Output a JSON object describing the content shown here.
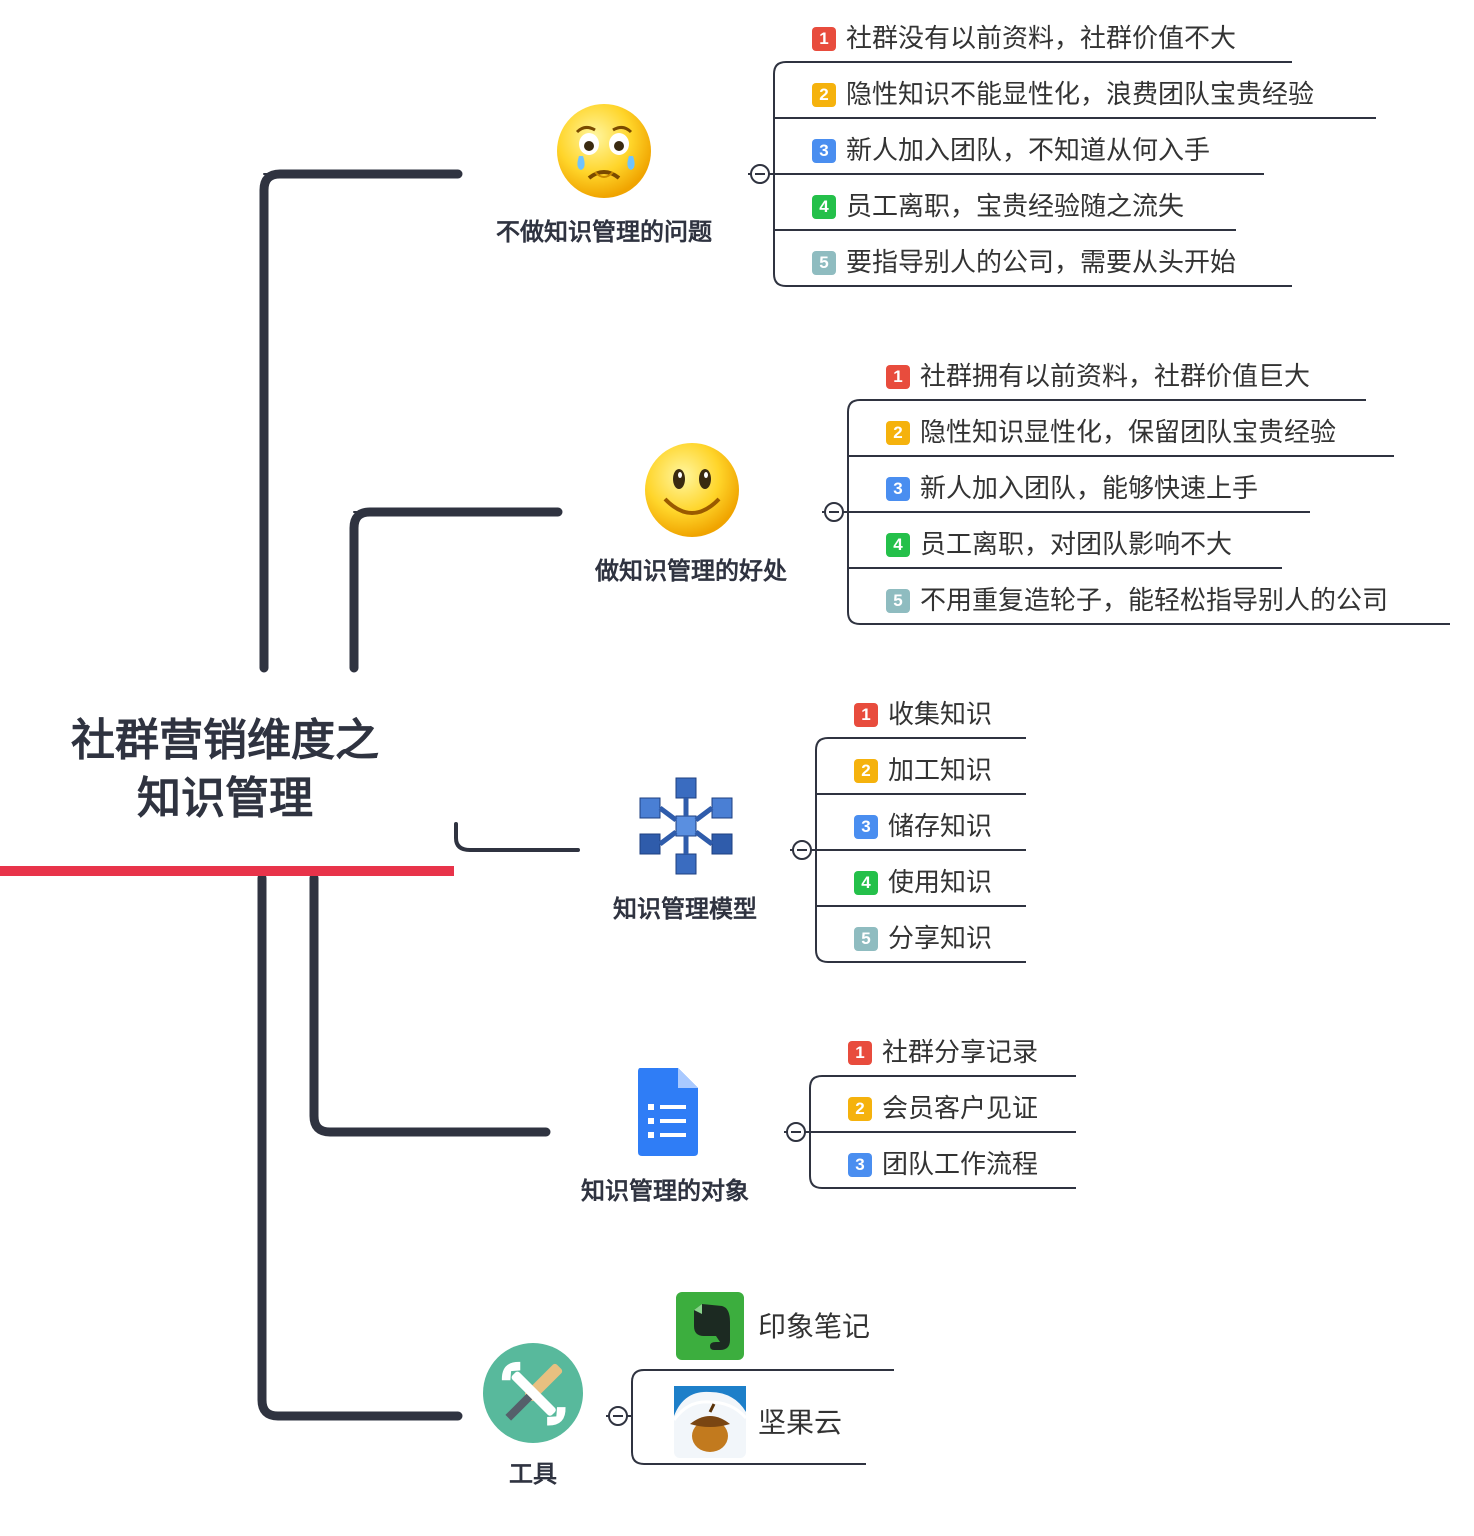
{
  "root": {
    "title_line1": "社群营销维度之",
    "title_line2": "知识管理"
  },
  "badge_colors": {
    "1": "#e84c3d",
    "2": "#f5b20d",
    "3": "#4a8ef0",
    "4": "#24c04a",
    "5": "#8fbcc0"
  },
  "colors": {
    "connector": "#2f3340",
    "root_underline": "#e8334a"
  },
  "branches": [
    {
      "label": "不做知识管理的问题",
      "icon": "crying-face-icon",
      "items": [
        {
          "n": "1",
          "text": "社群没有以前资料，社群价值不大"
        },
        {
          "n": "2",
          "text": "隐性知识不能显性化，浪费团队宝贵经验"
        },
        {
          "n": "3",
          "text": "新人加入团队，不知道从何入手"
        },
        {
          "n": "4",
          "text": "员工离职，宝贵经验随之流失"
        },
        {
          "n": "5",
          "text": "要指导别人的公司，需要从头开始"
        }
      ]
    },
    {
      "label": "做知识管理的好处",
      "icon": "smiley-face-icon",
      "items": [
        {
          "n": "1",
          "text": "社群拥有以前资料，社群价值巨大"
        },
        {
          "n": "2",
          "text": "隐性知识显性化，保留团队宝贵经验"
        },
        {
          "n": "3",
          "text": "新人加入团队，能够快速上手"
        },
        {
          "n": "4",
          "text": "员工离职，对团队影响不大"
        },
        {
          "n": "5",
          "text": "不用重复造轮子，能轻松指导别人的公司"
        }
      ]
    },
    {
      "label": "知识管理模型",
      "icon": "network-cubes-icon",
      "items": [
        {
          "n": "1",
          "text": "收集知识"
        },
        {
          "n": "2",
          "text": "加工知识"
        },
        {
          "n": "3",
          "text": "储存知识"
        },
        {
          "n": "4",
          "text": "使用知识"
        },
        {
          "n": "5",
          "text": "分享知识"
        }
      ]
    },
    {
      "label": "知识管理的对象",
      "icon": "document-list-icon",
      "items": [
        {
          "n": "1",
          "text": "社群分享记录"
        },
        {
          "n": "2",
          "text": "会员客户见证"
        },
        {
          "n": "3",
          "text": "团队工作流程"
        }
      ]
    },
    {
      "label": "工具",
      "icon": "tools-icon",
      "items": [
        {
          "text": "印象笔记",
          "icon": "evernote-icon"
        },
        {
          "text": "坚果云",
          "icon": "jianguoyun-icon"
        }
      ]
    }
  ]
}
